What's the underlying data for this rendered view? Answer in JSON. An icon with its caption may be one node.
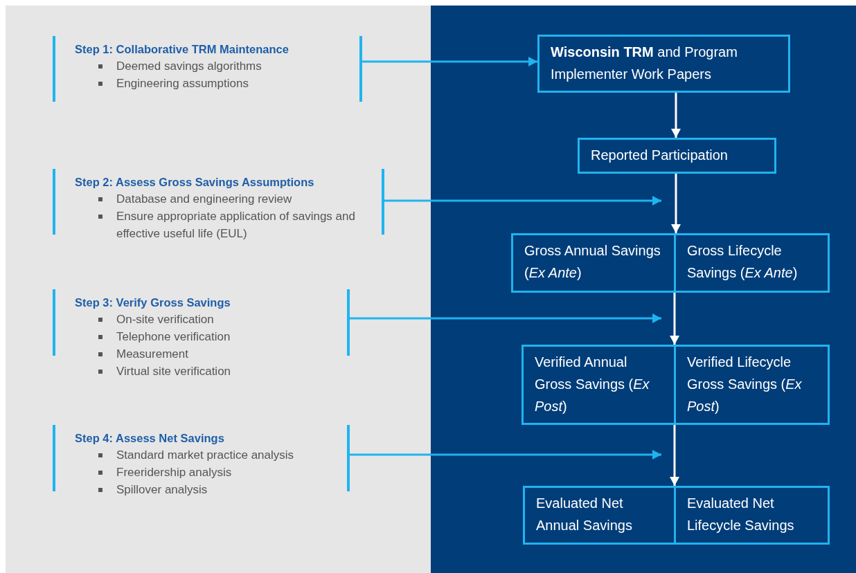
{
  "diagram": {
    "nodes": [
      {
        "text": [
          "Step 1: Collaborative TRM Maintenance",
          "Deemed savings algorithms",
          "Engineering assumptions"
        ]
      },
      {
        "text": [
          "Step 2: Assess Gross Savings Assumptions",
          "Database and engineering review",
          "Ensure appropriate application of savings and effective useful life (EUL)"
        ]
      },
      {
        "text": [
          "Step 3: Verify Gross Savings",
          "On-site verification",
          "Telephone verification",
          "Measurement",
          "Virtual site verification"
        ]
      },
      {
        "text": [
          "Step 4: Assess Net Savings",
          "Standard market practice analysis",
          "Freeridership analysis",
          "Spillover analysis"
        ]
      },
      {
        "text": [
          "**Wisconsin TRM** and Program Implementer Work Papers"
        ]
      },
      {
        "text": [
          "Reported Participation"
        ]
      },
      {
        "text": [
          "Gross Annual Savings (*Ex Ante*)"
        ]
      },
      {
        "text": [
          "Gross Lifecycle Savings (*Ex Ante*)"
        ]
      },
      {
        "text": [
          "Verified Annual Gross Savings (*Ex Post*)"
        ]
      },
      {
        "text": [
          "Verified Lifecycle Gross Savings (*Ex Post*)"
        ]
      },
      {
        "text": [
          "Evaluated Net Annual Savings"
        ]
      },
      {
        "text": [
          "Evaluated Net Lifecycle Savings"
        ]
      }
    ],
    "edges": [
      {
        "from": 0,
        "to": 4,
        "arrow": "to",
        "color": "#1fb4ef"
      },
      {
        "from": 4,
        "to": 5,
        "arrow": "to",
        "color": "#ffffff"
      },
      {
        "from": 5,
        "to": 6,
        "arrow": "to",
        "color": "#ffffff"
      },
      {
        "from": 1,
        "to": null,
        "arrow": "to",
        "color": "#1fb4ef"
      },
      {
        "from": 6,
        "to": 8,
        "arrow": "to",
        "color": "#ffffff"
      },
      {
        "from": 2,
        "to": null,
        "arrow": "to",
        "color": "#1fb4ef"
      },
      {
        "from": 8,
        "to": 10,
        "arrow": "to",
        "color": "#ffffff"
      },
      {
        "from": 3,
        "to": null,
        "arrow": "to",
        "color": "#1fb4ef"
      }
    ]
  }
}
